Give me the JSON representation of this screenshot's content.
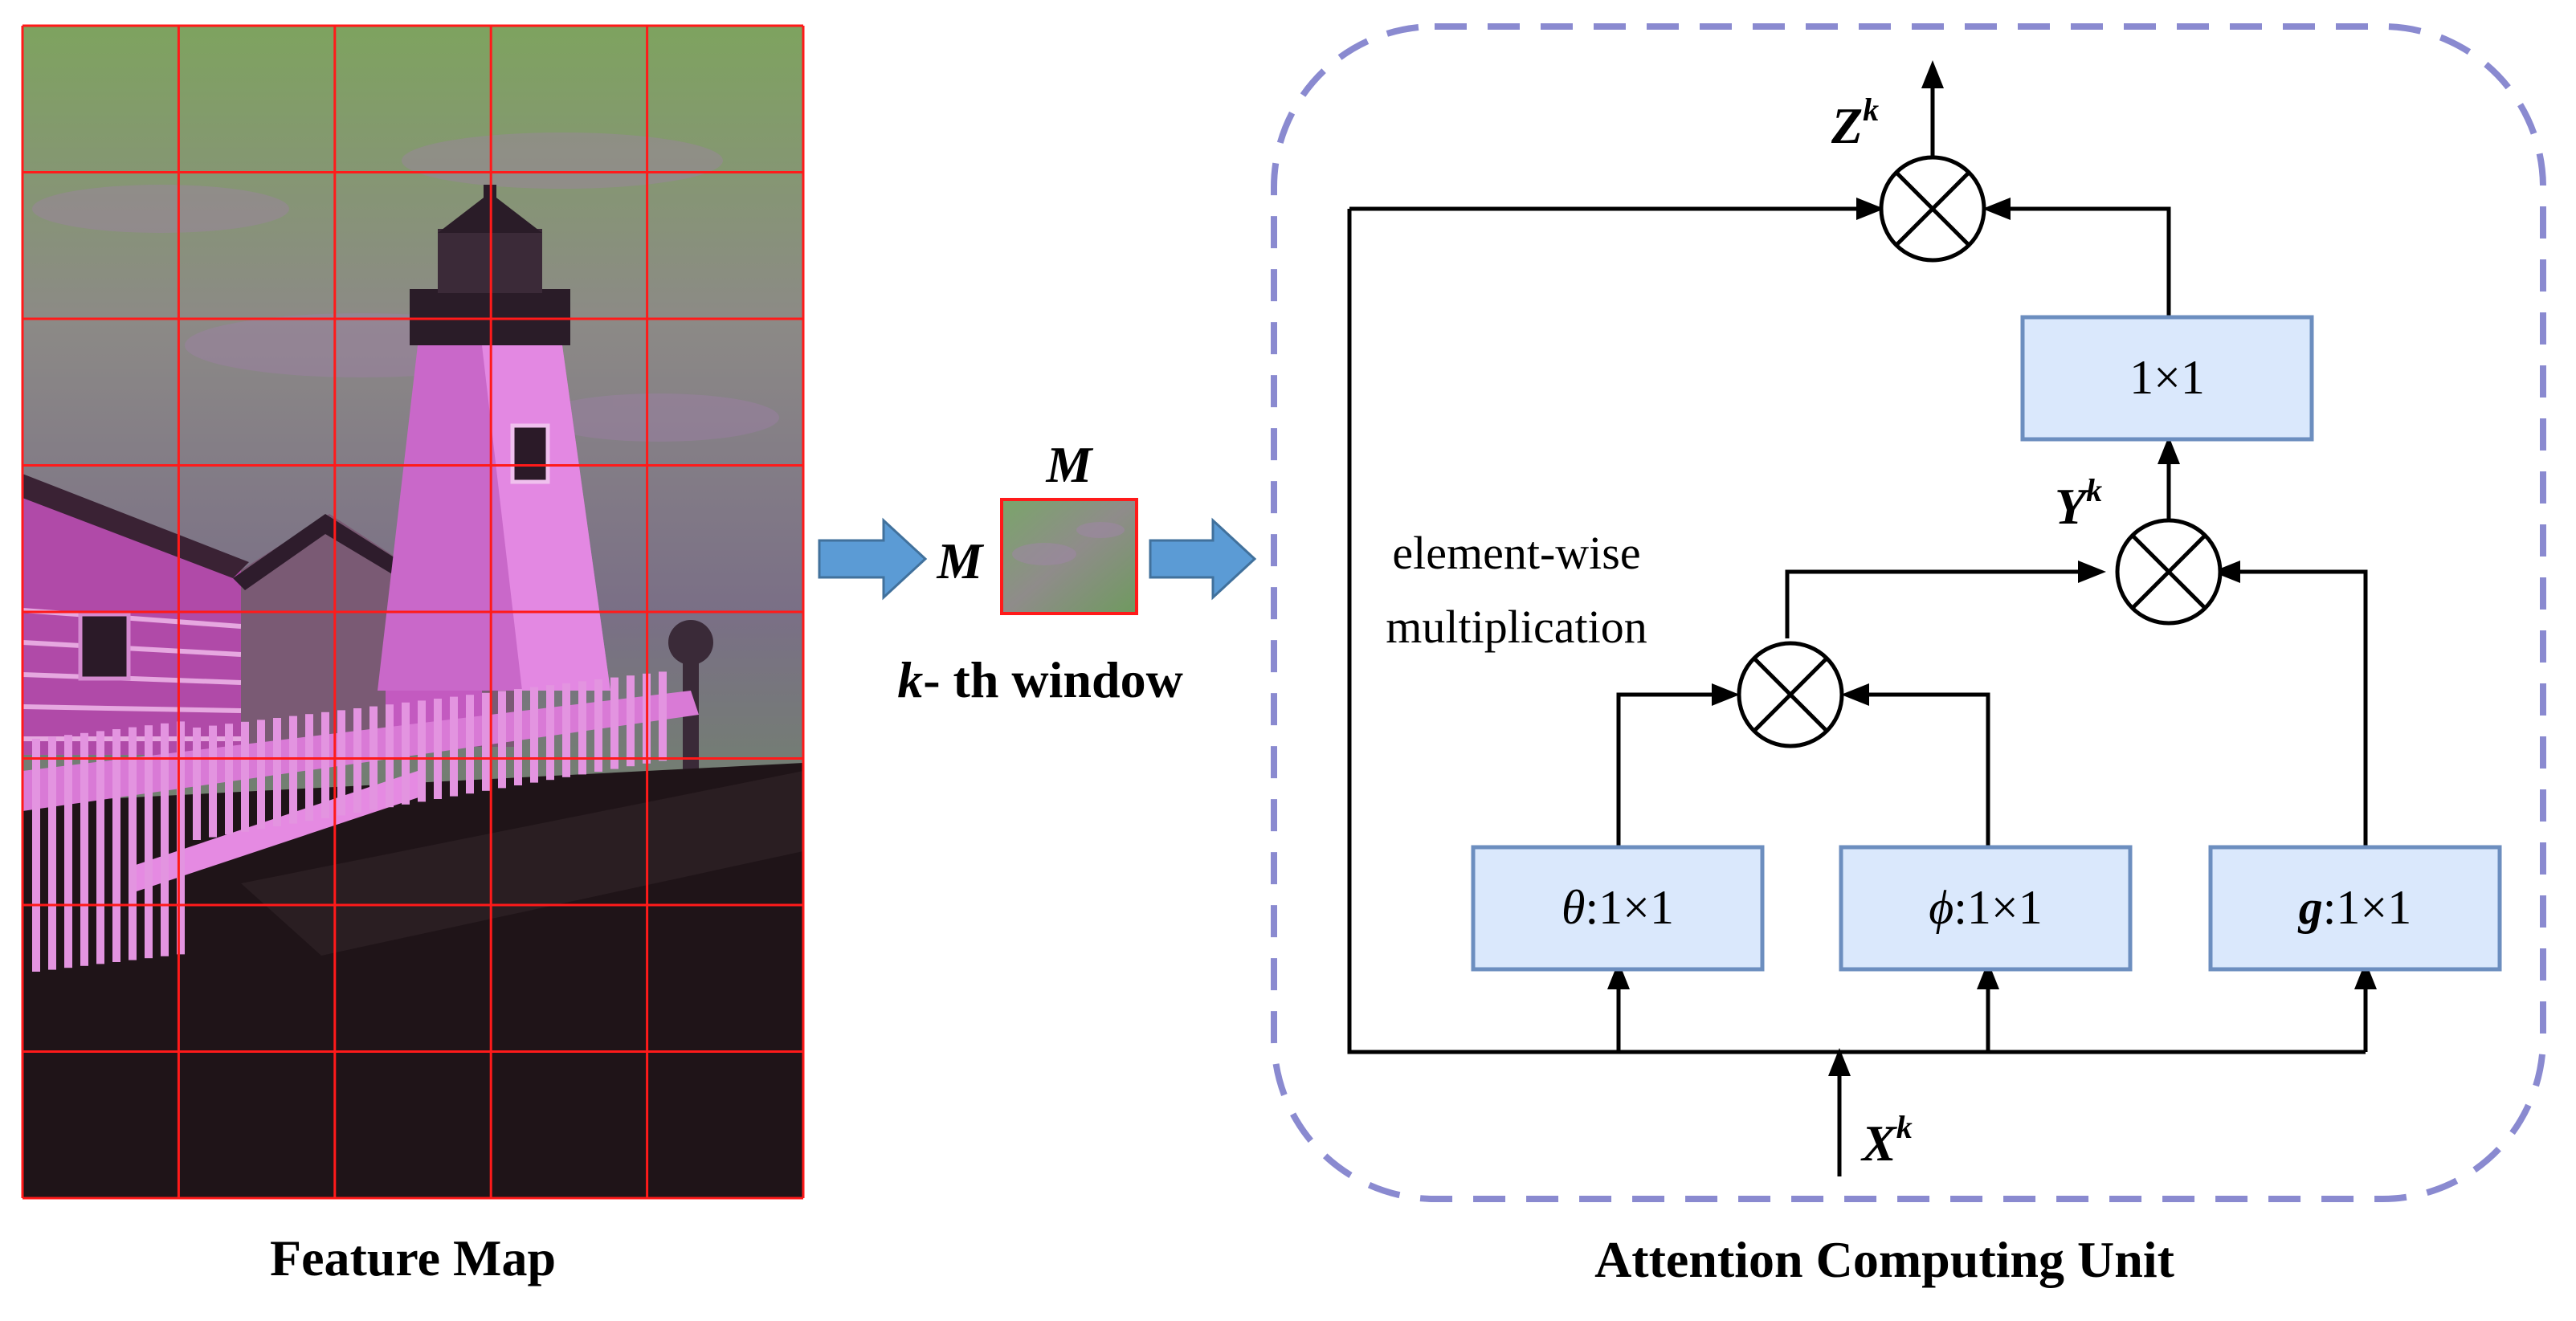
{
  "feature_map": {
    "caption": "Feature Map",
    "grid": {
      "rows": 8,
      "cols": 5
    }
  },
  "window": {
    "dim_top": "M",
    "dim_left": "M",
    "caption_var": "k",
    "caption_rest": "- th window"
  },
  "unit": {
    "caption": "Attention Computing Unit",
    "annotation_line1": "element-wise",
    "annotation_line2": "multiplication",
    "boxes": {
      "theta": {
        "symbol": "θ",
        "rest": ":1×1"
      },
      "phi": {
        "symbol": "ϕ",
        "rest": ":1×1"
      },
      "g": {
        "symbol": "g",
        "rest": ":1×1"
      },
      "out": {
        "text": "1×1"
      }
    },
    "vars": {
      "x": {
        "base": "X",
        "sup": "k"
      },
      "y": {
        "base": "Y",
        "sup": "k"
      },
      "z": {
        "base": "Z",
        "sup": "k"
      }
    }
  },
  "colors": {
    "box_fill": "#dae8fc",
    "box_stroke": "#6c8ebf",
    "dash_border": "#8a8ad0",
    "arrow_fill": "#5b9bd5",
    "arrow_stroke": "#41719c",
    "grid_line": "#ff1a1a"
  }
}
